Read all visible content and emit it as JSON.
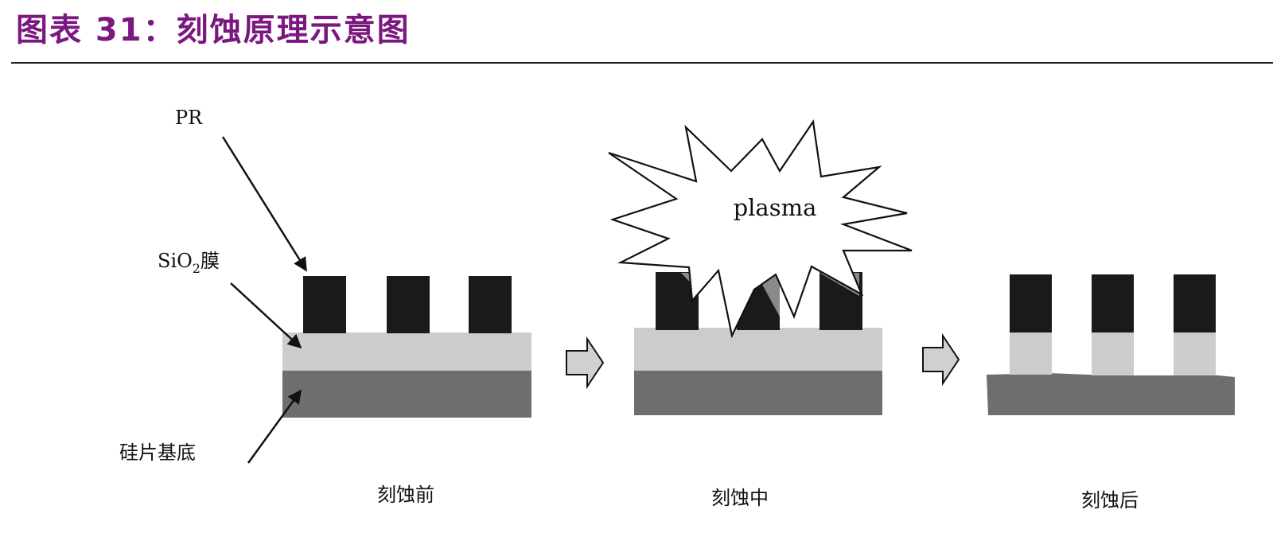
{
  "header": {
    "figure_title": "图表 31：刻蚀原理示意图"
  },
  "labels": {
    "pr": "PR",
    "sio2_prefix": "SiO",
    "sio2_sub": "2",
    "sio2_suffix": "膜",
    "substrate": "硅片基底",
    "plasma": "plasma"
  },
  "stages": [
    {
      "caption": "刻蚀前"
    },
    {
      "caption": "刻蚀中"
    },
    {
      "caption": "刻蚀后"
    }
  ],
  "colors": {
    "title": "#7a1880",
    "photoresist": "#1a1a1a",
    "oxide_film": "#cccccc",
    "substrate": "#6e6e6e",
    "etch_wedge": "#8a8a8a",
    "arrow_fill": "#d0d0d0"
  }
}
